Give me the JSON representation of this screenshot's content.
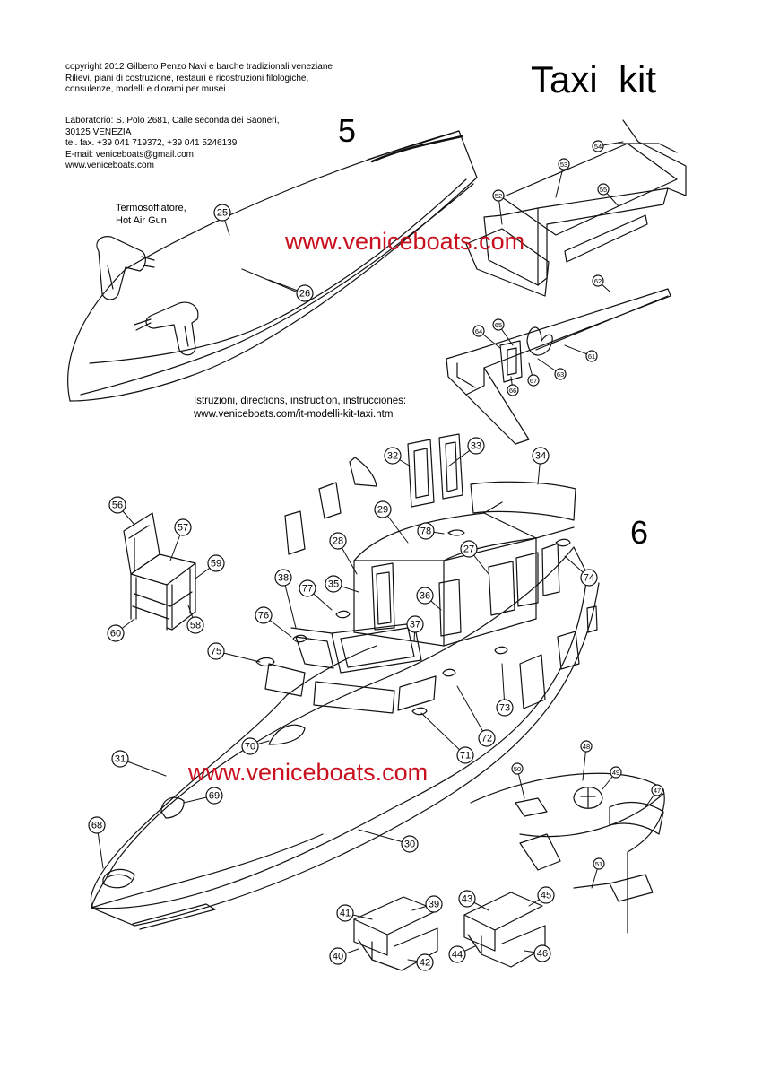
{
  "header": {
    "copyright_lines": [
      "copyright 2012 Gilberto Penzo   Navi e barche tradizionali veneziane",
      "Rilievi, piani di costruzione, restauri e ricostruzioni filologiche,",
      "consulenze, modelli e diorami per musei"
    ],
    "lab_lines": [
      "Laboratorio: S. Polo 2681, Calle seconda dei Saoneri,",
      "30125 VENEZIA",
      "tel. fax. +39 041 719372, +39 041 5246139",
      "E-mail: veniceboats@gmail.com,",
      "www.veniceboats.com"
    ],
    "title": "Taxi  kit"
  },
  "steps": {
    "step5": "5",
    "step6": "6"
  },
  "heat_gun_lines": [
    "Termosoffiatore,",
    "Hot Air Gun"
  ],
  "instructions_lines": [
    "Istruzioni, directions, instruction, instrucciones:",
    "www.veniceboats.com/it-modelli-kit-taxi.htm"
  ],
  "watermark": "www.veniceboats.com",
  "callouts": [
    "25",
    "26",
    "52",
    "53",
    "54",
    "55",
    "62",
    "61",
    "63",
    "64",
    "65",
    "66",
    "67",
    "32",
    "33",
    "34",
    "29",
    "78",
    "27",
    "28",
    "74",
    "56",
    "57",
    "59",
    "58",
    "60",
    "38",
    "77",
    "35",
    "36",
    "37",
    "76",
    "75",
    "73",
    "72",
    "71",
    "70",
    "31",
    "69",
    "68",
    "30",
    "48",
    "49",
    "50",
    "47",
    "51",
    "41",
    "39",
    "40",
    "42",
    "43",
    "45",
    "44",
    "46"
  ]
}
